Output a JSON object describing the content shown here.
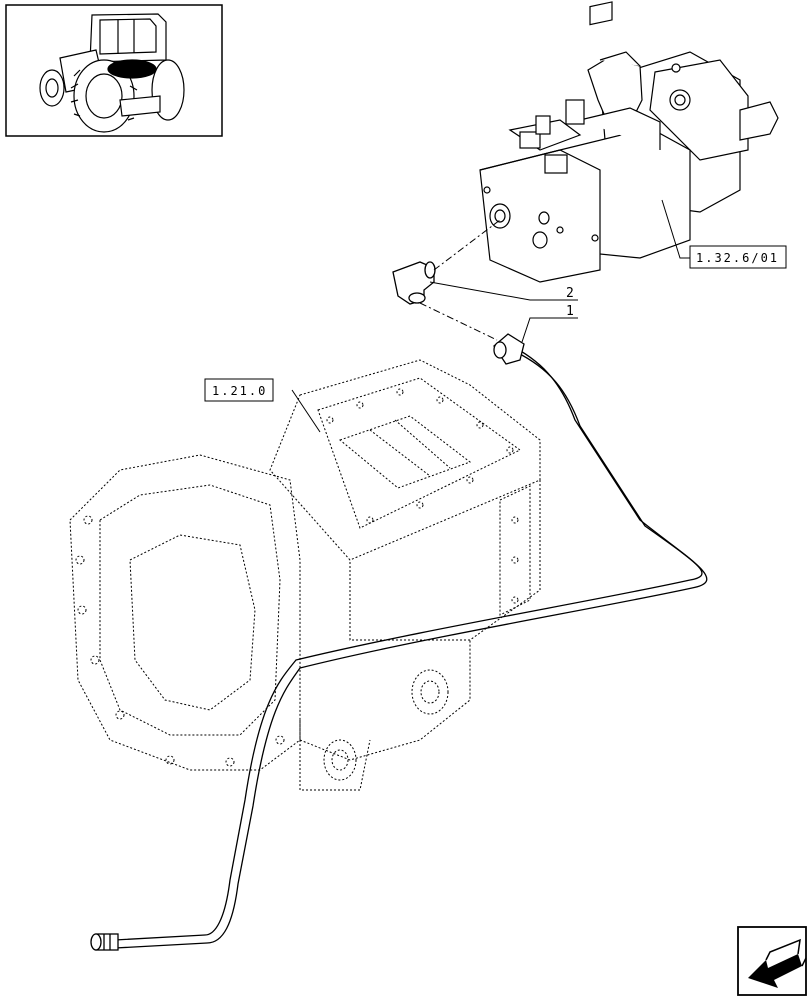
{
  "diagram": {
    "reference_labels": {
      "valve_group_ref": "1.32.6/01",
      "gearbox_housing_ref": "1.21.0"
    },
    "callouts": {
      "item_1": "1",
      "item_2": "2"
    }
  }
}
